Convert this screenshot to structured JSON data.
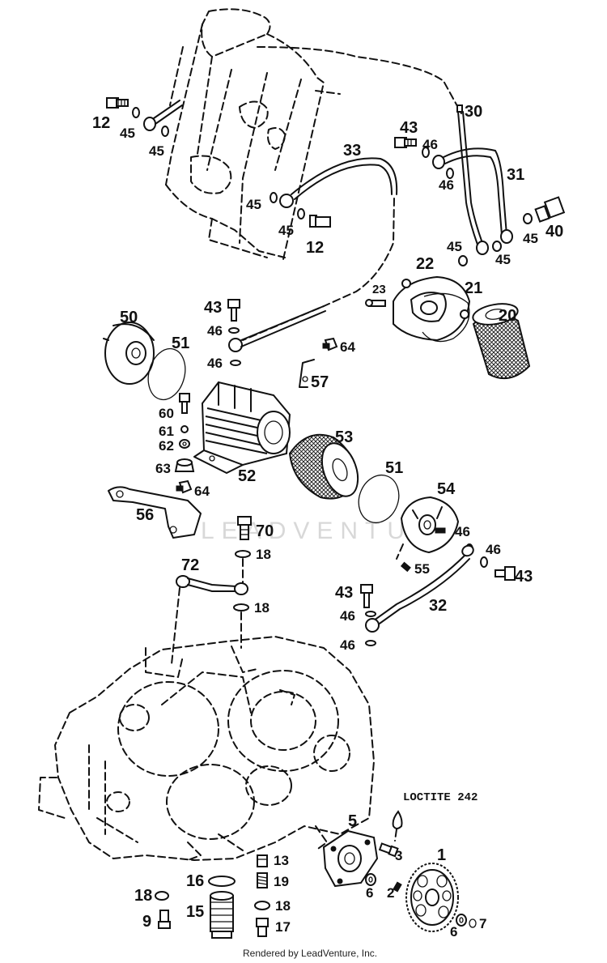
{
  "watermark": "LEADVENTURE",
  "footer": "Rendered by LeadVenture, Inc.",
  "note": "LOCTITE 242",
  "callouts": [
    {
      "id": "c12a",
      "text": "12"
    },
    {
      "id": "c45a",
      "text": "45"
    },
    {
      "id": "c45b",
      "text": "45"
    },
    {
      "id": "c33",
      "text": "33"
    },
    {
      "id": "c45c",
      "text": "45"
    },
    {
      "id": "c45d",
      "text": "45"
    },
    {
      "id": "c12b",
      "text": "12"
    },
    {
      "id": "c43a",
      "text": "43"
    },
    {
      "id": "c46a",
      "text": "46"
    },
    {
      "id": "c46b",
      "text": "46"
    },
    {
      "id": "c30",
      "text": "30"
    },
    {
      "id": "c31",
      "text": "31"
    },
    {
      "id": "c40",
      "text": "40"
    },
    {
      "id": "c45e",
      "text": "45"
    },
    {
      "id": "c45f",
      "text": "45"
    },
    {
      "id": "c45g",
      "text": "45"
    },
    {
      "id": "c22",
      "text": "22"
    },
    {
      "id": "c23",
      "text": "23"
    },
    {
      "id": "c21",
      "text": "21"
    },
    {
      "id": "c20",
      "text": "20"
    },
    {
      "id": "c50",
      "text": "50"
    },
    {
      "id": "c51a",
      "text": "51"
    },
    {
      "id": "c43b",
      "text": "43"
    },
    {
      "id": "c46c",
      "text": "46"
    },
    {
      "id": "c46d",
      "text": "46"
    },
    {
      "id": "c64a",
      "text": "64"
    },
    {
      "id": "c57",
      "text": "57"
    },
    {
      "id": "c60",
      "text": "60"
    },
    {
      "id": "c61",
      "text": "61"
    },
    {
      "id": "c62",
      "text": "62"
    },
    {
      "id": "c63",
      "text": "63"
    },
    {
      "id": "c64b",
      "text": "64"
    },
    {
      "id": "c52",
      "text": "52"
    },
    {
      "id": "c53",
      "text": "53"
    },
    {
      "id": "c51b",
      "text": "51"
    },
    {
      "id": "c54",
      "text": "54"
    },
    {
      "id": "c56",
      "text": "56"
    },
    {
      "id": "c70",
      "text": "70"
    },
    {
      "id": "c18a",
      "text": "18"
    },
    {
      "id": "c46e",
      "text": "46"
    },
    {
      "id": "c46f",
      "text": "46"
    },
    {
      "id": "c55",
      "text": "55"
    },
    {
      "id": "c43c",
      "text": "43"
    },
    {
      "id": "c72",
      "text": "72"
    },
    {
      "id": "c18b",
      "text": "18"
    },
    {
      "id": "c43d",
      "text": "43"
    },
    {
      "id": "c46g",
      "text": "46"
    },
    {
      "id": "c32",
      "text": "32"
    },
    {
      "id": "c46h",
      "text": "46"
    },
    {
      "id": "c5",
      "text": "5"
    },
    {
      "id": "c3",
      "text": "3"
    },
    {
      "id": "c1",
      "text": "1"
    },
    {
      "id": "c13",
      "text": "13"
    },
    {
      "id": "c19",
      "text": "19"
    },
    {
      "id": "c16",
      "text": "16"
    },
    {
      "id": "c18c",
      "text": "18"
    },
    {
      "id": "c15",
      "text": "15"
    },
    {
      "id": "c18d",
      "text": "18"
    },
    {
      "id": "c9",
      "text": "9"
    },
    {
      "id": "c17",
      "text": "17"
    },
    {
      "id": "c6a",
      "text": "6"
    },
    {
      "id": "c2",
      "text": "2"
    },
    {
      "id": "c6b",
      "text": "6"
    },
    {
      "id": "c7",
      "text": "7"
    }
  ]
}
